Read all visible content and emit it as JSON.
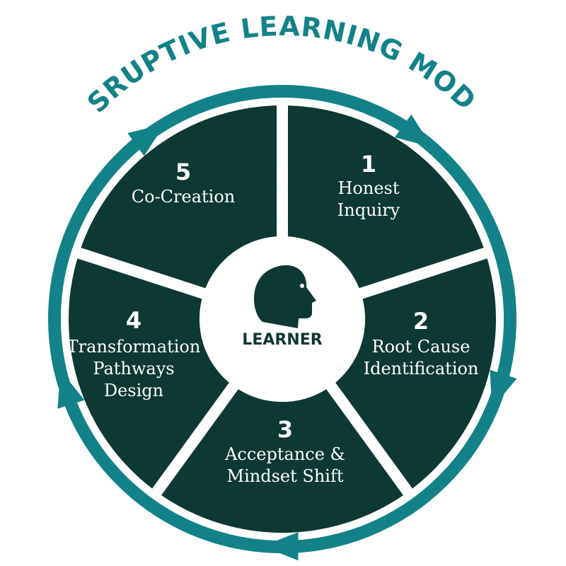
{
  "diagram": {
    "title": "DISRUPTIVE LEARNING MODEL",
    "center_label": "LEARNER",
    "center_icon": "learner-head-icon",
    "colors": {
      "segment_fill": "#0e3833",
      "ring_accent": "#128288",
      "text": "#ffffff",
      "divider": "#ffffff",
      "title": "#128288",
      "center_text": "#0e3833"
    },
    "segments": [
      {
        "number": "1",
        "lines": [
          "Honest",
          "Inquiry"
        ]
      },
      {
        "number": "2",
        "lines": [
          "Root Cause",
          "Identification"
        ]
      },
      {
        "number": "3",
        "lines": [
          "Acceptance &",
          "Mindset Shift"
        ]
      },
      {
        "number": "4",
        "lines": [
          "Transformation",
          "Pathways",
          "Design"
        ]
      },
      {
        "number": "5",
        "lines": [
          "Co-Creation"
        ]
      }
    ]
  }
}
